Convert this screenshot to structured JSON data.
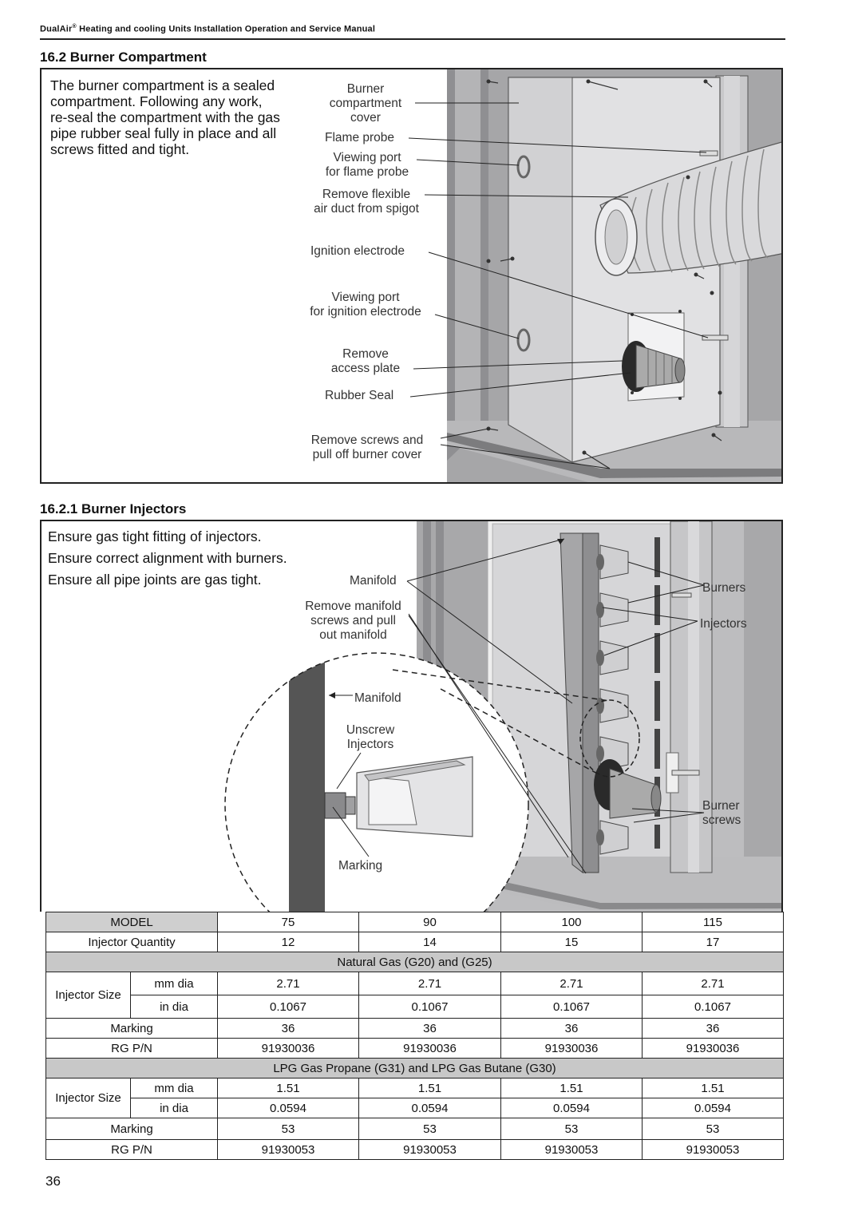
{
  "header": {
    "brand": "DualAir",
    "reg": "®",
    "rest": " Heating and cooling Units Installation Operation and Service Manual"
  },
  "section1": {
    "title": "16.2 Burner Compartment",
    "intro": [
      "The burner compartment is a sealed",
      "compartment. Following any work,",
      "re-seal the compartment with the gas",
      "pipe rubber seal fully in place and all",
      "screws fitted and tight."
    ],
    "labels": {
      "burner_cover": [
        "Burner",
        "compartment",
        "cover"
      ],
      "flame_probe": "Flame probe",
      "viewing_port_flame": [
        "Viewing port",
        "for flame probe"
      ],
      "remove_duct": [
        "Remove flexible",
        "air duct from spigot"
      ],
      "ignition_electrode": "Ignition electrode",
      "viewing_port_ignition": [
        "Viewing port",
        "for ignition electrode"
      ],
      "remove_access": [
        "Remove",
        "access plate"
      ],
      "rubber_seal": "Rubber Seal",
      "remove_screws": [
        "Remove screws and",
        "pull off burner cover"
      ]
    }
  },
  "section2": {
    "title": "16.2.1 Burner Injectors",
    "intro": [
      "Ensure gas tight fitting of injectors.",
      "Ensure correct alignment with burners.",
      "Ensure all pipe joints are gas tight."
    ],
    "labels": {
      "manifold_top": "Manifold",
      "remove_manifold": [
        "Remove manifold",
        "screws and pull",
        "out manifold"
      ],
      "manifold_detail": "Manifold",
      "unscrew": [
        "Unscrew",
        "Injectors"
      ],
      "marking": "Marking",
      "burners": "Burners",
      "injectors": "Injectors",
      "burner_screws": [
        "Burner",
        "screws"
      ]
    }
  },
  "table": {
    "model_label": "MODEL",
    "models": [
      "75",
      "90",
      "100",
      "115"
    ],
    "qty_label": "Injector Quantity",
    "qty": [
      "12",
      "14",
      "15",
      "17"
    ],
    "ng_title": "Natural Gas (G20)  and (G25)",
    "size_label": "Injector Size",
    "mm_label": "mm dia",
    "in_label": "in dia",
    "marking_label": "Marking",
    "pn_label": "RG P/N",
    "ng_mm": [
      "2.71",
      "2.71",
      "2.71",
      "2.71"
    ],
    "ng_in": [
      "0.1067",
      "0.1067",
      "0.1067",
      "0.1067"
    ],
    "ng_marking": [
      "36",
      "36",
      "36",
      "36"
    ],
    "ng_pn": [
      "91930036",
      "91930036",
      "91930036",
      "91930036"
    ],
    "lpg_title": "LPG  Gas  Propane (G31)  and LPG  Gas  Butane (G30)",
    "lpg_mm": [
      "1.51",
      "1.51",
      "1.51",
      "1.51"
    ],
    "lpg_in": [
      "0.0594",
      "0.0594",
      "0.0594",
      "0.0594"
    ],
    "lpg_marking": [
      "53",
      "53",
      "53",
      "53"
    ],
    "lpg_pn": [
      "91930053",
      "91930053",
      "91930053",
      "91930053"
    ]
  },
  "page_number": "36"
}
